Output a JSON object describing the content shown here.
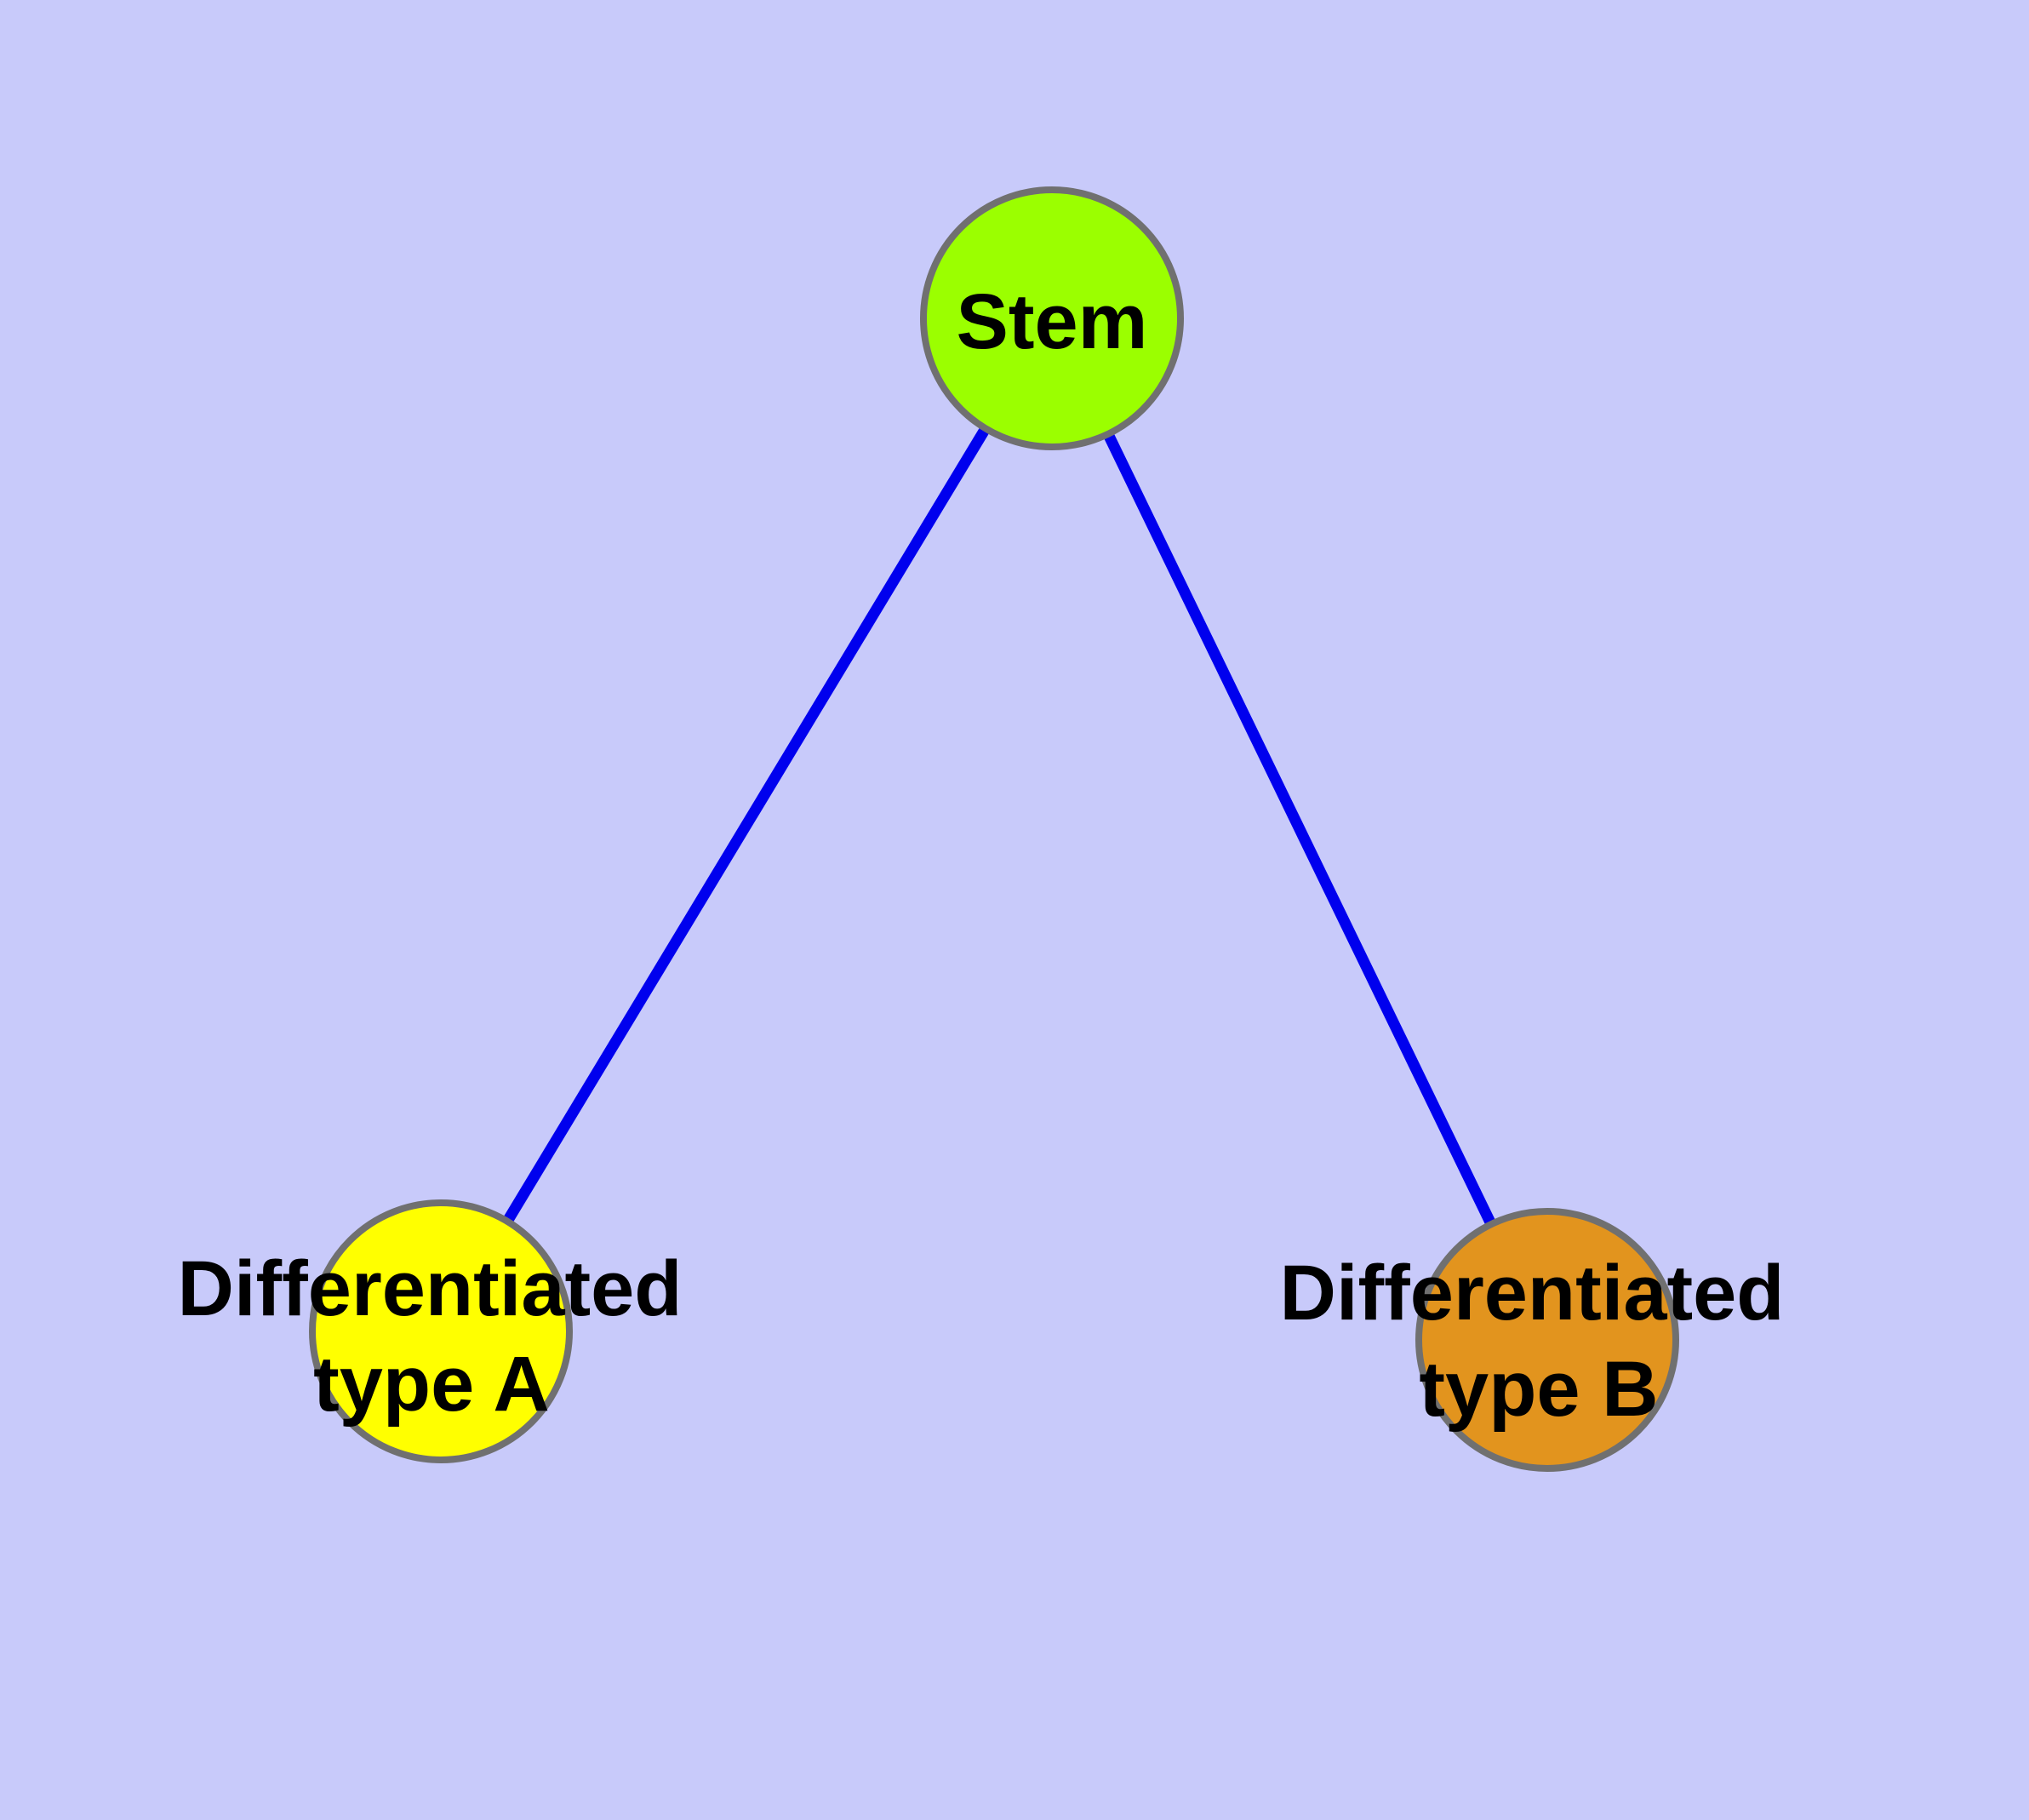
{
  "diagram": {
    "background_color": "#C8CAFA",
    "edge_color": "#0000EE",
    "node_border_color": "#707070",
    "label_color": "#000000",
    "nodes": [
      {
        "id": "stem",
        "label": "Stem",
        "fill": "#9BFF00"
      },
      {
        "id": "differentiated-type-a",
        "label_line1": "Differentiated",
        "label_line2": "type A",
        "fill": "#FFFF00"
      },
      {
        "id": "differentiated-type-b",
        "label_line1": "Differentiated",
        "label_line2": "type B",
        "fill": "#E2941E"
      }
    ],
    "edges": [
      {
        "from": "stem",
        "to": "differentiated-type-a"
      },
      {
        "from": "stem",
        "to": "differentiated-type-b"
      }
    ]
  }
}
